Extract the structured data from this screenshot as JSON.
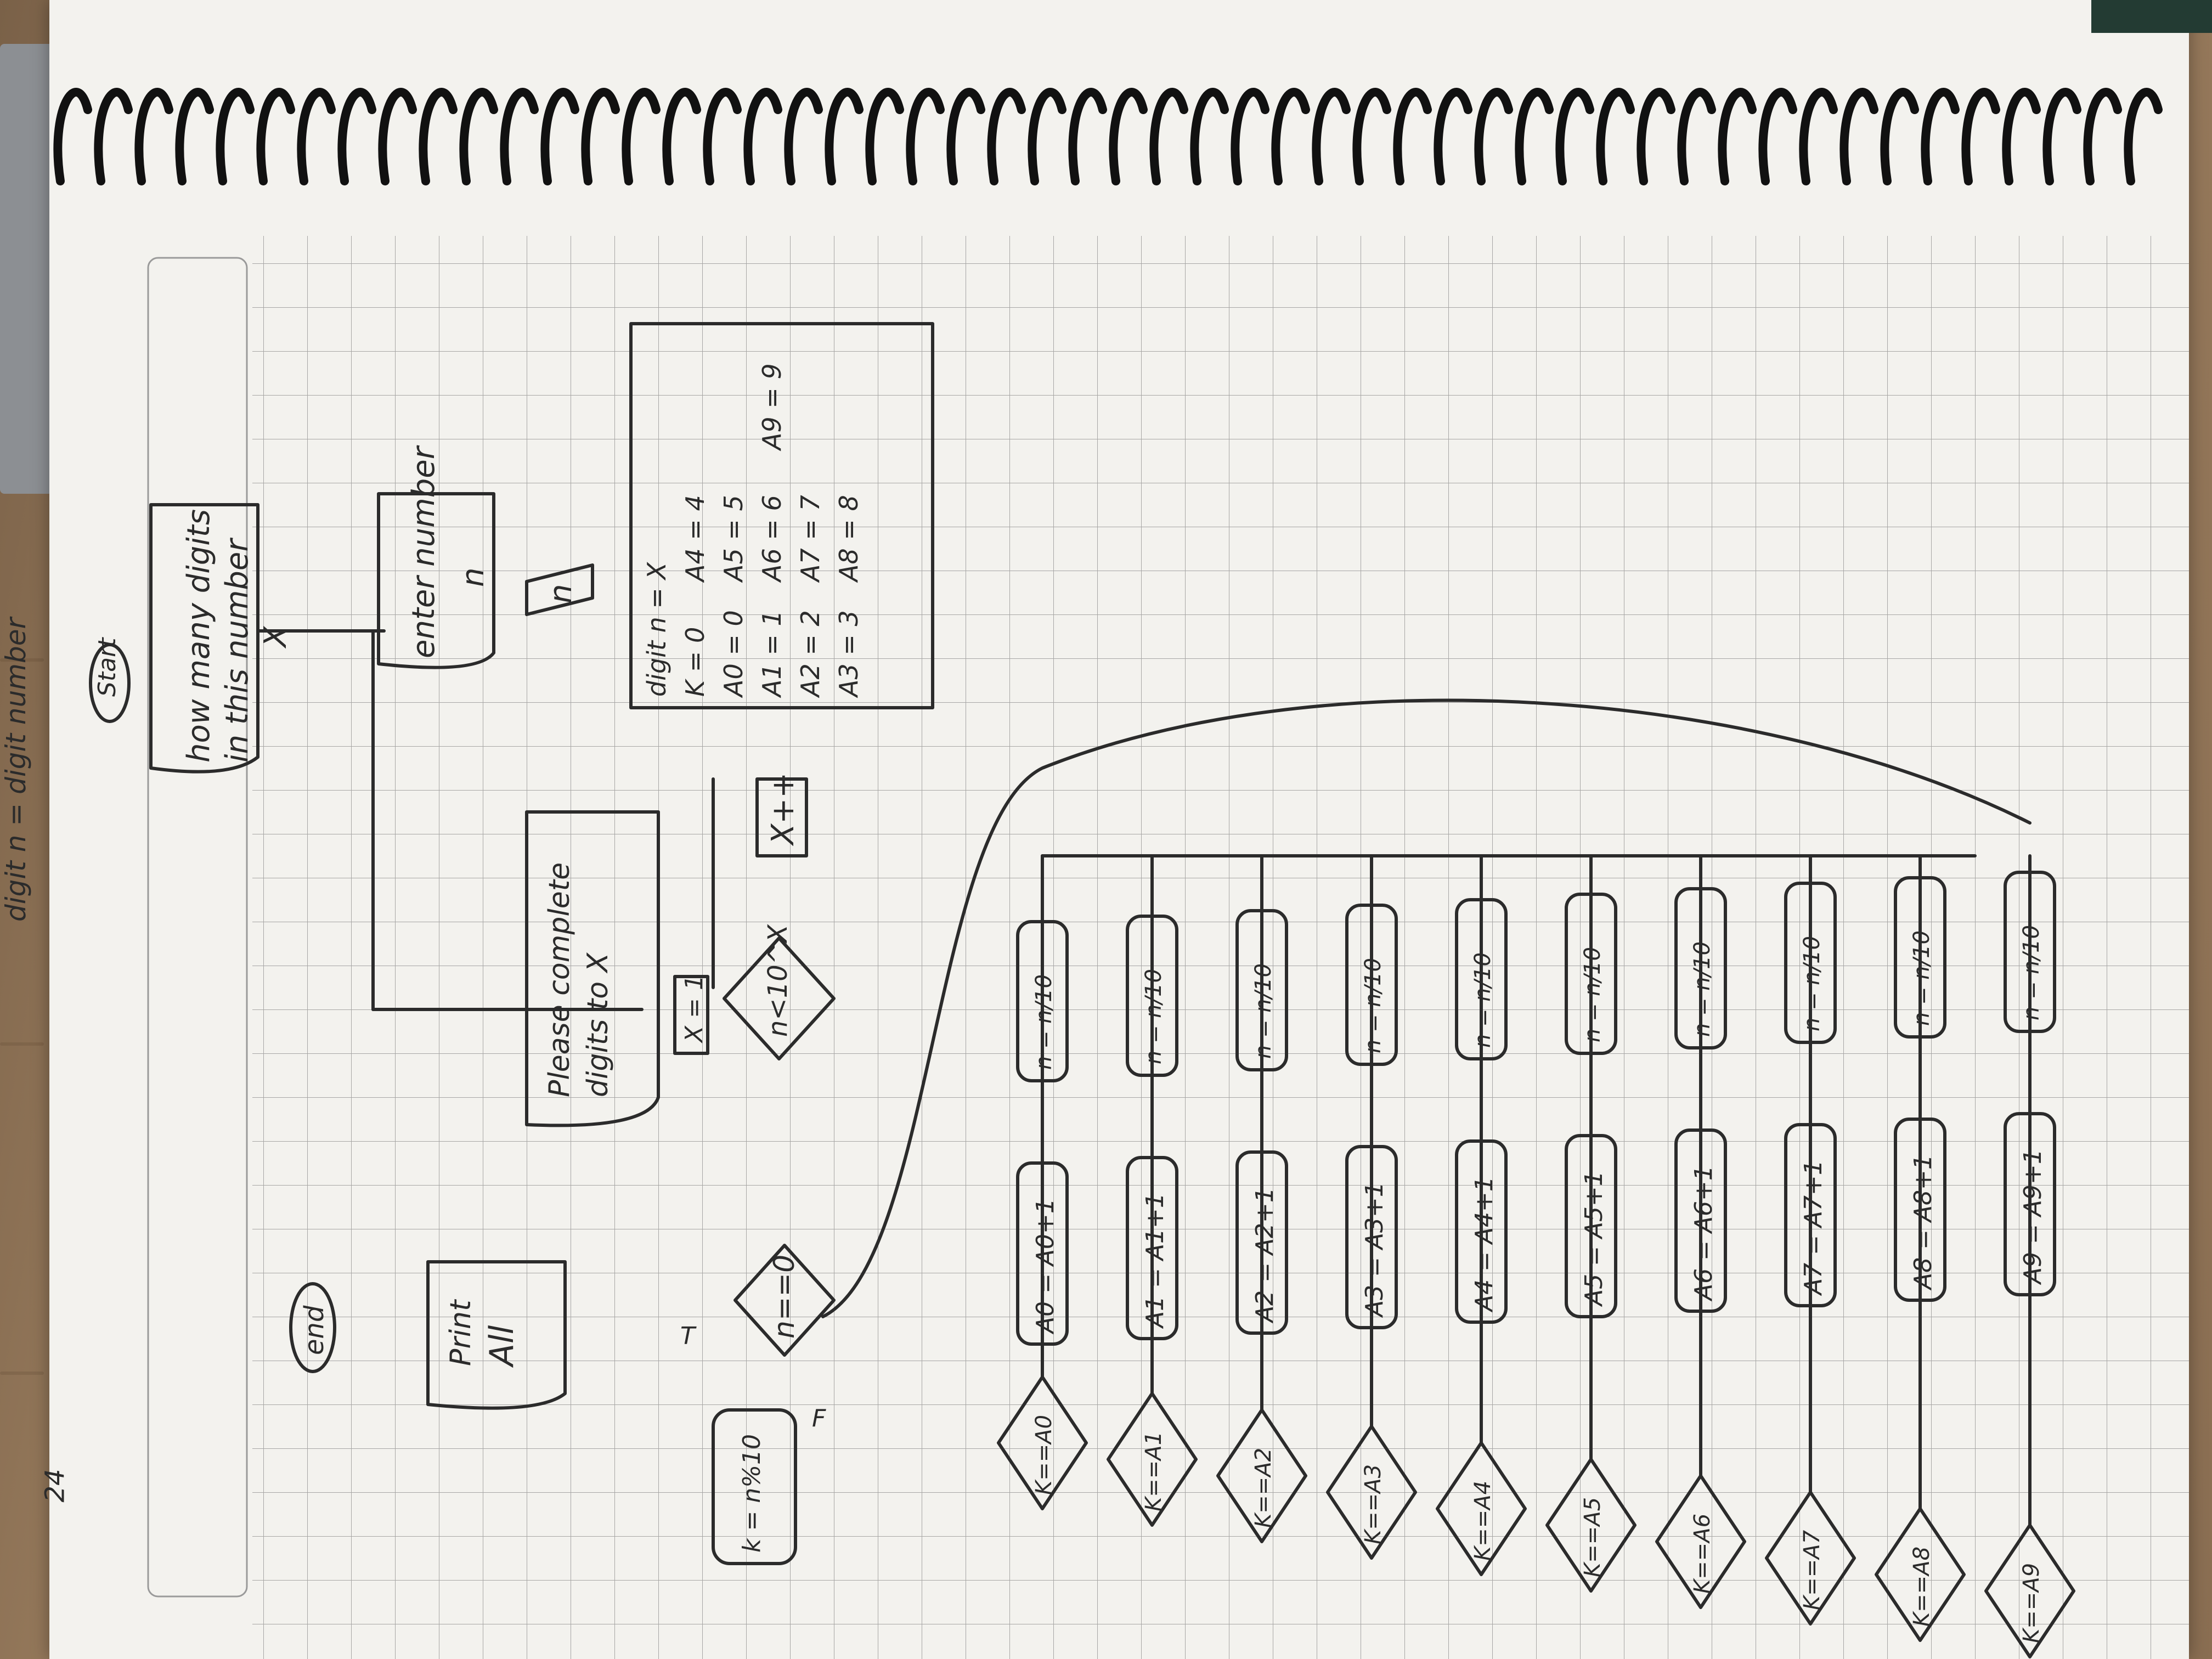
{
  "page": {
    "page_number": "24",
    "heading": "digit n = digit number"
  },
  "flowchart": {
    "start": "Start",
    "prompt_lines": [
      "how many digits",
      "in this number",
      "X"
    ],
    "enter_number": "enter number",
    "n_label": "n",
    "input_n": "n",
    "init_block": [
      "digit n = X",
      "K = 0",
      "A0 = 0",
      "A1 = 1",
      "A2 = 2",
      "A3 = 3",
      "A4 = 4",
      "A5 = 5",
      "A6 = 6",
      "A7 = 7",
      "A8 = 8",
      "A9 = 9"
    ],
    "increment": "X++",
    "cond_n_lt": "n<10^X",
    "complete_msg_lines": [
      "Please complete",
      "digits to X"
    ],
    "reset_x": "X = 1",
    "cond_n_zero": "n==0",
    "print_lines": [
      "Print",
      "All"
    ],
    "end": "end",
    "mod_step": "k = n%10",
    "true_label": "T",
    "false_label": "F",
    "checks": [
      {
        "cond": "K==A0",
        "action": "A0 = A0+1",
        "divide": "n = n/10"
      },
      {
        "cond": "K==A1",
        "action": "A1 = A1+1",
        "divide": "n = n/10"
      },
      {
        "cond": "K==A2",
        "action": "A2 = A2+1",
        "divide": "n = n/10"
      },
      {
        "cond": "K==A3",
        "action": "A3 = A3+1",
        "divide": "n = n/10"
      },
      {
        "cond": "K==A4",
        "action": "A4 = A4+1",
        "divide": "n = n/10"
      },
      {
        "cond": "K==A5",
        "action": "A5 = A5+1",
        "divide": "n = n/10"
      },
      {
        "cond": "K==A6",
        "action": "A6 = A6+1",
        "divide": "n = n/10"
      },
      {
        "cond": "K==A7",
        "action": "A7 = A7+1",
        "divide": "n = n/10"
      },
      {
        "cond": "K==A8",
        "action": "A8 = A8+1",
        "divide": "n = n/10"
      },
      {
        "cond": "K==A9",
        "action": "A9 = A9+1",
        "divide": "n = n/10"
      }
    ]
  },
  "colors": {
    "paper": "#f3f2ee",
    "grid": "#8d8d8d",
    "ink": "#2b2b2b",
    "spiral": "#111111",
    "wood": "#a58767"
  }
}
